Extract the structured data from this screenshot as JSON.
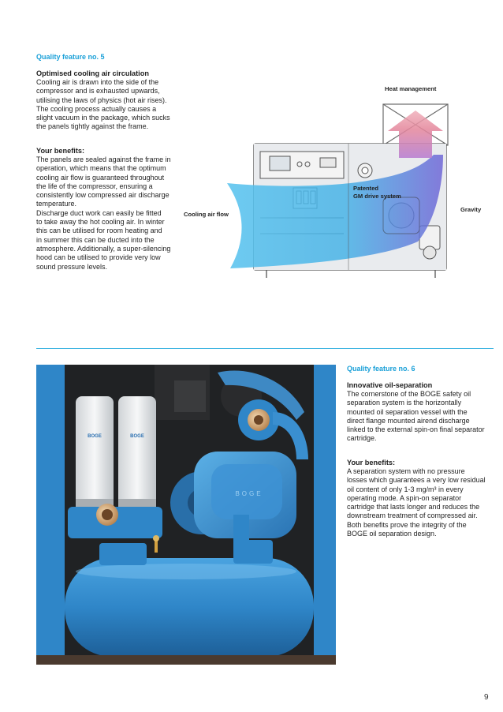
{
  "section1": {
    "feature_label": "Quality feature no. 5",
    "heading": "Optimised cooling air circulation",
    "intro": [
      "Cooling air is drawn into the side of the",
      "compressor and is exhausted upwards,",
      "utilising the laws of physics (hot air rises).",
      "The cooling process actually causes a",
      "slight vacuum in the package, which sucks",
      "the panels tightly against the frame."
    ],
    "benefits_heading": "Your benefits:",
    "benefits": [
      "The panels are sealed against the frame in",
      "operation, which means that the optimum",
      "cooling air flow is guaranteed throughout",
      "the life of the compressor, ensuring a",
      "consistently low compressed air discharge",
      "temperature.",
      "Discharge duct work can easily be fitted",
      "to take away the hot cooling air. In winter",
      "this can be utilised for room heating and",
      "in summer this can be ducted into the",
      "atmosphere. Additionally, a super-silencing",
      "hood can be utilised to provide very low",
      "sound pressure levels."
    ]
  },
  "diagram": {
    "heat_label": "Heat management",
    "gravity_label": "Gravity",
    "cooling_label": "Cooling air flow",
    "drive_label_1": "Patented",
    "drive_label_2": "GM drive system"
  },
  "section2": {
    "feature_label": "Quality feature no. 6",
    "heading": "Innovative oil-separation",
    "intro": [
      "The cornerstone of the BOGE safety oil",
      "separation system is the horizontally",
      "mounted oil separation vessel with the",
      "direct flange mounted airend discharge",
      "linked to the external spin-on final separator",
      "cartridge."
    ],
    "benefits_heading": "Your benefits:",
    "benefits": [
      "A separation system with no pressure",
      "losses which guarantees a very low residual",
      "oil content of only 1-3 mg/m³ in every",
      "operating mode. A spin-on separator",
      "cartridge that lasts longer and reduces the",
      "downstream treatment of compressed air.",
      "Both benefits prove the integrity of the",
      "BOGE oil separation design."
    ]
  },
  "photo": {
    "cartridge_brand": "BOGE",
    "airend_brand": "BOGE"
  },
  "page_number": "9",
  "colors": {
    "accent": "#1aa0d8",
    "rule": "#42b6e2",
    "machine_blue": "#2f86c8",
    "heat_red": "#e08a9a",
    "cool_blue": "#3ab0e6",
    "flow_purple": "#6e6ad8"
  }
}
